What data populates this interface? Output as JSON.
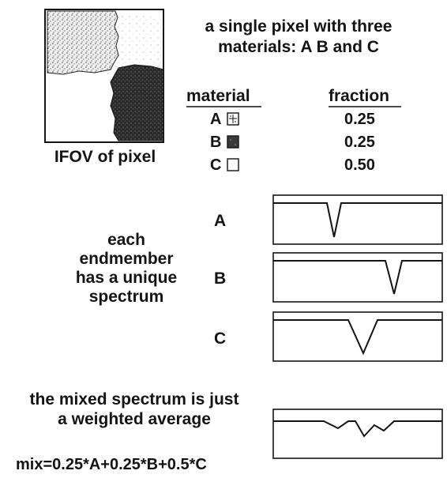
{
  "title": {
    "line1": "a single pixel with three",
    "line2": "materials: A  B and C"
  },
  "pixel": {
    "caption": "IFOV of pixel"
  },
  "table": {
    "col_material": "material",
    "col_fraction": "fraction",
    "rows": [
      {
        "material": "A",
        "fraction": "0.25",
        "swatch": "dotted-light"
      },
      {
        "material": "B",
        "fraction": "0.25",
        "swatch": "dark"
      },
      {
        "material": "C",
        "fraction": "0.50",
        "swatch": "blank"
      }
    ]
  },
  "endmember_note": {
    "line1": "each",
    "line2": "endmember",
    "line3": "has a unique",
    "line4": "spectrum"
  },
  "spectra": [
    {
      "label": "A"
    },
    {
      "label": "B"
    },
    {
      "label": "C"
    }
  ],
  "mixed": {
    "line1": "the mixed spectrum is just",
    "line2": "a weighted average",
    "formula": "mix=0.25*A+0.25*B+0.5*C"
  }
}
